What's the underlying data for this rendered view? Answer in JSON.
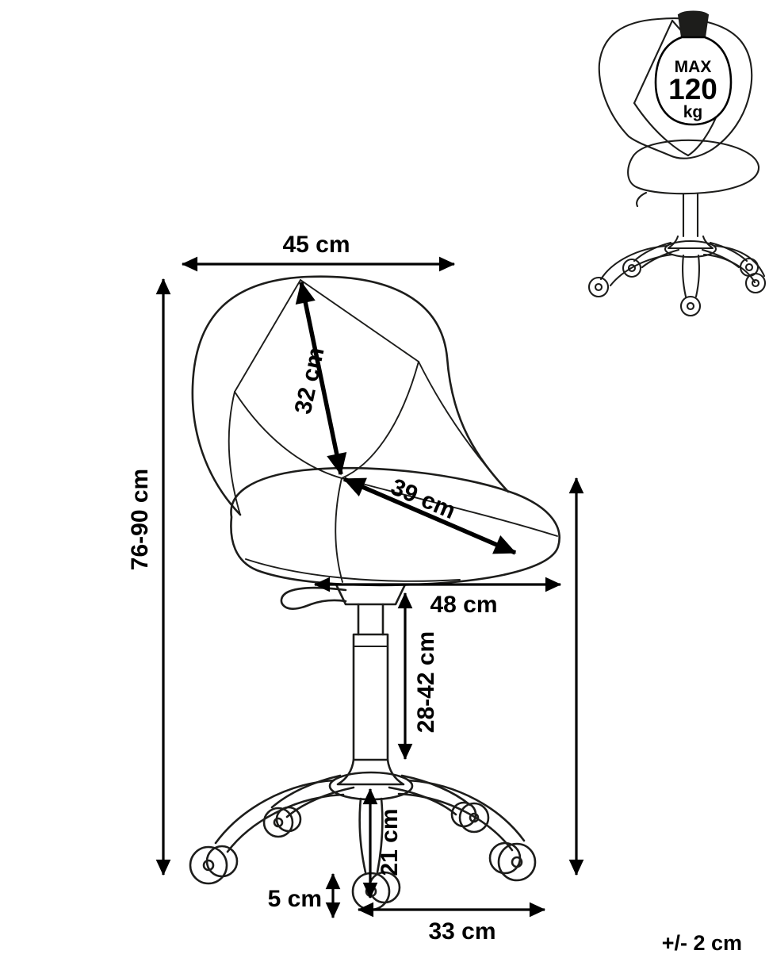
{
  "diagram": {
    "colors": {
      "line": "#1d1d1b",
      "dimension": "#000000",
      "background": "#ffffff"
    },
    "labels": {
      "backrest_width": "45 cm",
      "backrest_diagonal": "32 cm",
      "overall_height": "76-90 cm",
      "seat_diagonal": "39 cm",
      "seat_width": "48 cm",
      "gas_lift_range": "28-42 cm",
      "column_height": "21 cm",
      "caster_height": "5 cm",
      "base_span": "33 cm",
      "tolerance": "+/- 2 cm"
    },
    "weight_limit": {
      "prefix": "MAX",
      "value": "120",
      "unit": "kg"
    }
  }
}
